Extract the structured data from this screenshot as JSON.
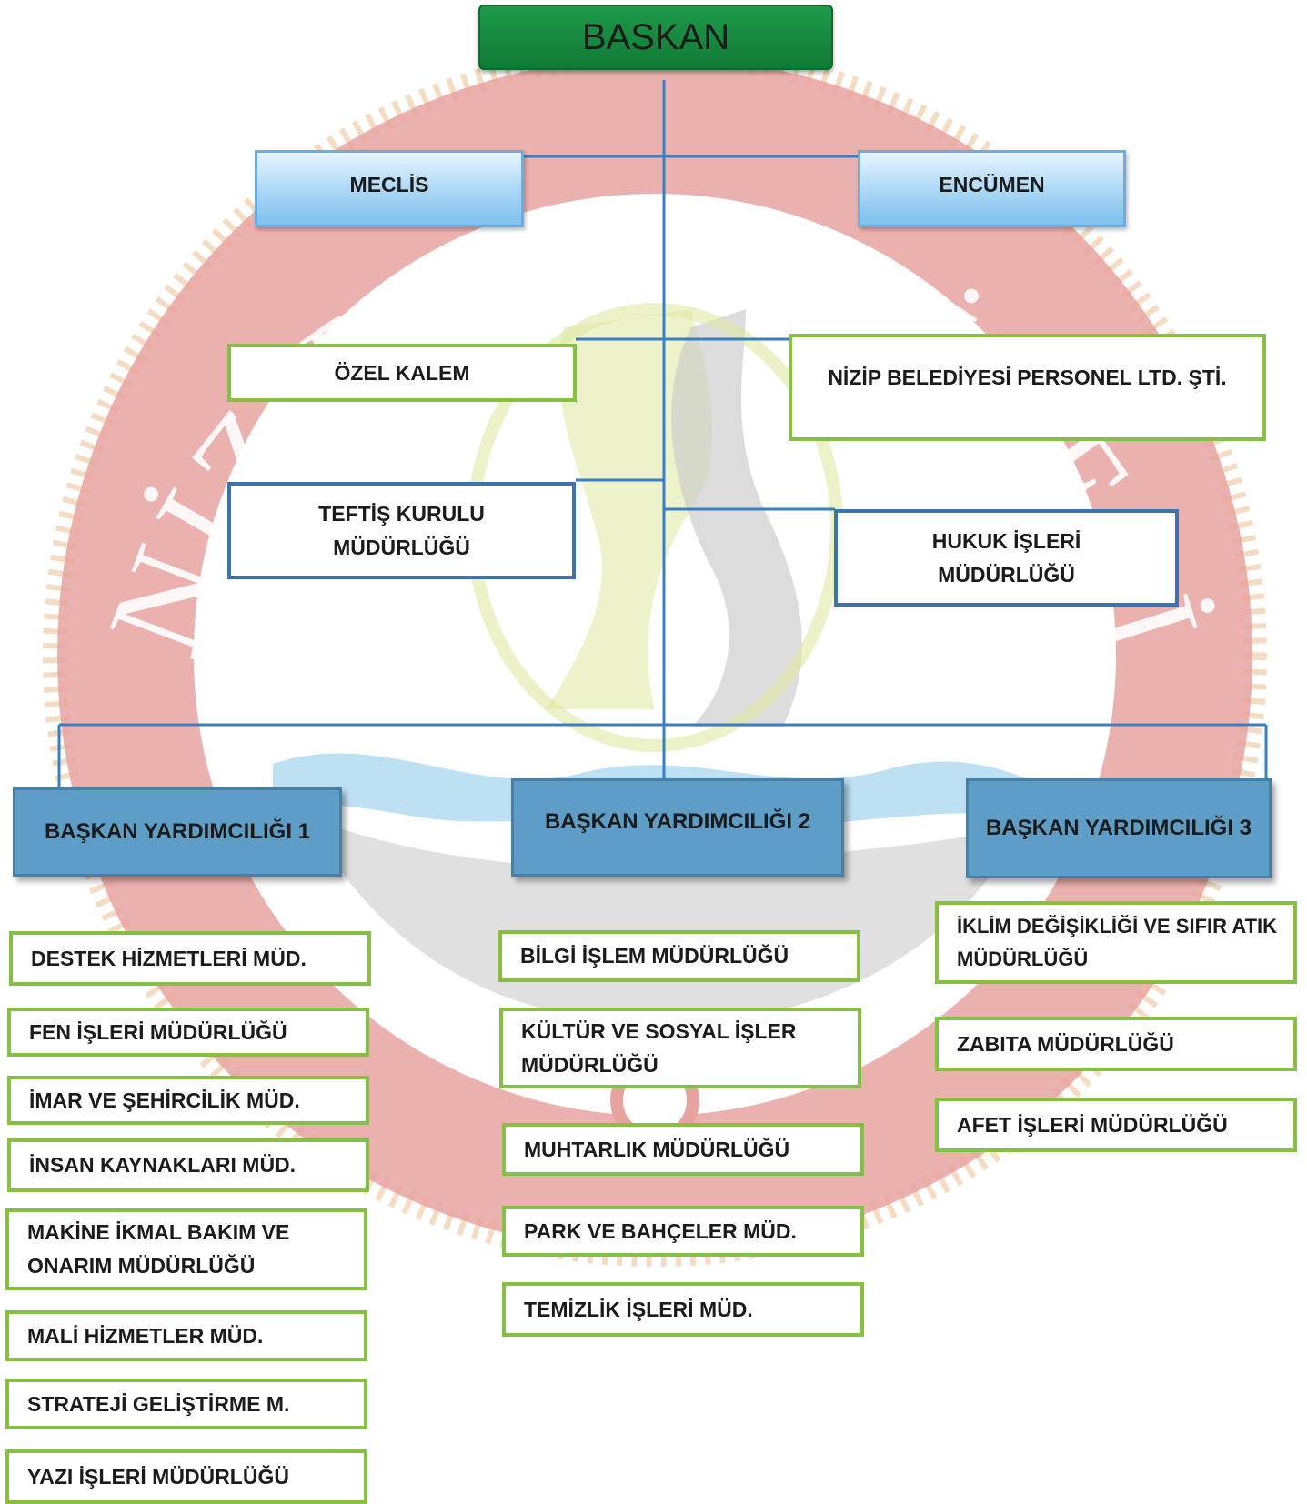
{
  "chart": {
    "top": "BASKAN",
    "council": "MECLİS",
    "committee": "ENCÜMEN",
    "private_office": "ÖZEL KALEM",
    "personnel_company": "NİZİP BELEDİYESİ PERSONEL LTD. ŞTİ.",
    "inspection": [
      "TEFTİŞ KURULU",
      "MÜDÜRLÜĞÜ"
    ],
    "legal": [
      "HUKUK İŞLERİ",
      "MÜDÜRLÜĞÜ"
    ],
    "deputies": [
      "BAŞKAN YARDIMCILIĞI 1",
      "BAŞKAN YARDIMCILIĞI 2",
      "BAŞKAN YARDIMCILIĞI 3"
    ],
    "col1": [
      "DESTEK HİZMETLERİ MÜD.",
      "FEN İŞLERİ MÜDÜRLÜĞÜ",
      "İMAR VE ŞEHİRCİLİK MÜD.",
      "İNSAN KAYNAKLARI MÜD.",
      [
        "MAKİNE İKMAL BAKIM VE",
        "ONARIM MÜDÜRLÜĞÜ"
      ],
      "MALİ HİZMETLER MÜD.",
      "STRATEJİ GELİŞTİRME M.",
      "YAZI İŞLERİ MÜDÜRLÜĞÜ"
    ],
    "col2": [
      "BİLGİ İŞLEM MÜDÜRLÜĞÜ",
      [
        "KÜLTÜR VE SOSYAL İŞLER",
        "MÜDÜRLÜĞÜ"
      ],
      "MUHTARLIK MÜDÜRLÜĞÜ",
      "PARK VE BAHÇELER MÜD.",
      "TEMİZLİK İŞLERİ MÜD."
    ],
    "col3": [
      [
        "İKLİM DEĞİŞİKLİĞİ VE SIFIR ATIK",
        "MÜDÜRLÜĞÜ"
      ],
      "ZABITA MÜDÜRLÜĞÜ",
      "AFET İŞLERİ MÜDÜRLÜĞÜ"
    ]
  },
  "watermark": {
    "text": "NİZİP BELEDİYESİ",
    "ring_color": "#e7a3a0",
    "emblem": "olive-tree-emblem"
  },
  "colors": {
    "top": "#1a8f43",
    "light_blue": "#a9d6f5",
    "green_border": "#86bf45",
    "blue_border": "#3e72ae",
    "steel_blue": "#5d9dc6",
    "line": "#3a7fc3"
  }
}
